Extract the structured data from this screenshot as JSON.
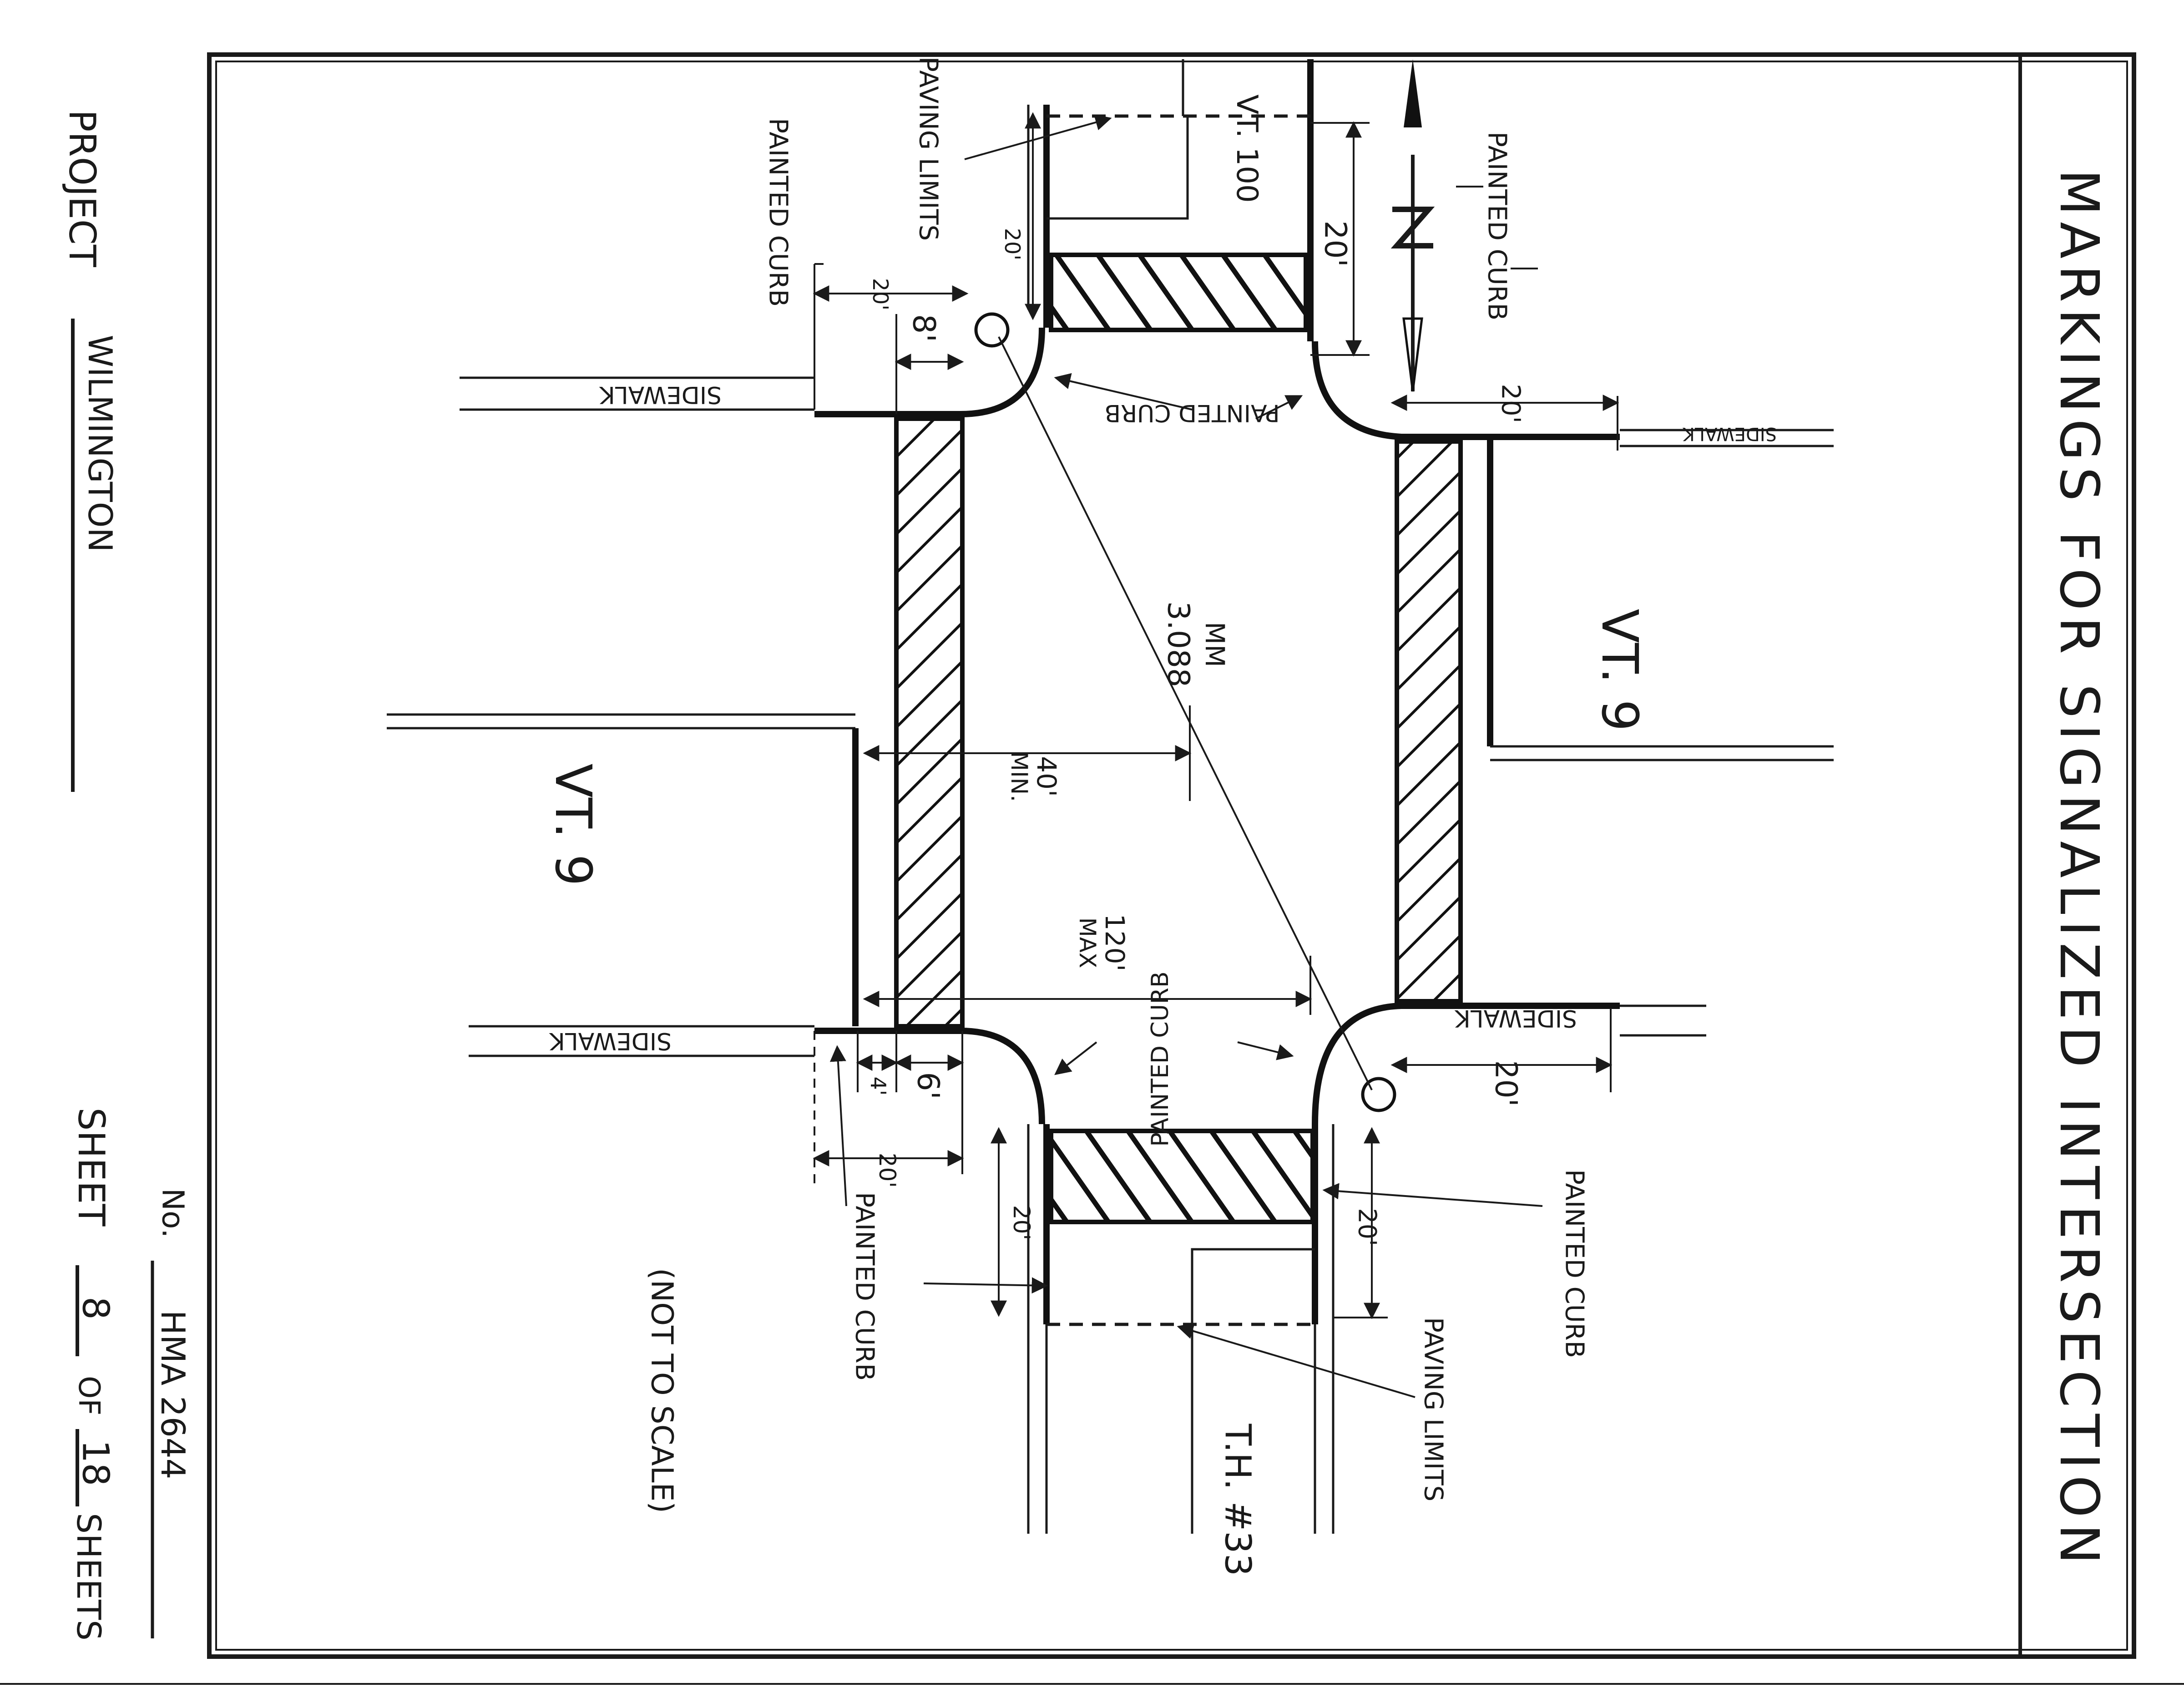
{
  "title": "MARKINGS FOR SIGNALIZED INTERSECTION",
  "title_block": {
    "project_label": "PROJECT",
    "project_name": "WILMINGTON",
    "number_label": "No.",
    "number_value": "HMA 2644",
    "sheet_label": "SHEET",
    "sheet_number": "8",
    "of_label": "OF",
    "sheet_total": "18",
    "sheets_label": "SHEETS"
  },
  "roads": {
    "north_leg": "VT. 100",
    "south_leg": "T.H. #33",
    "east_west_left": "VT. 9",
    "east_west_right": "VT. 9"
  },
  "labels": {
    "sidewalk": "SIDEWALK",
    "painted_curb": "PAINTED CURB",
    "paving_limits": "PAVING LIMITS",
    "mm": "MM",
    "mm_value": "3.088",
    "not_to_scale": "(NOT TO SCALE)"
  },
  "dimensions": {
    "d20": "20'",
    "d8": "8'",
    "d6": "6'",
    "d4": "4'",
    "d40": "40'",
    "min": "MIN.",
    "d120": "120'",
    "max": "MAX"
  }
}
